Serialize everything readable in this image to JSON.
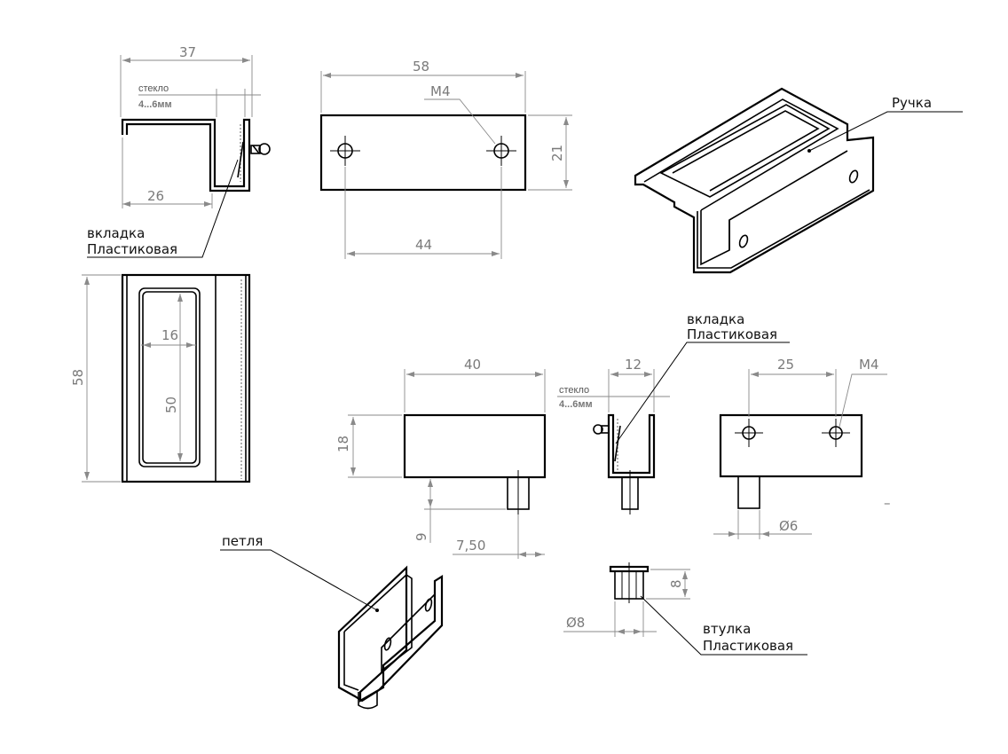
{
  "dimensions": {
    "d37": "37",
    "d26": "26",
    "d58_top": "58",
    "d44": "44",
    "d21": "21",
    "m4_top": "M4",
    "d58_left": "58",
    "d16": "16",
    "d50": "50",
    "d40": "40",
    "d18": "18",
    "d9": "9",
    "d7_50": "7,50",
    "d12": "12",
    "d25": "25",
    "m4_right": "M4",
    "phi6": "Ø6",
    "d8": "8",
    "phi8": "Ø8"
  },
  "notes": {
    "glass_top_1": "стекло",
    "glass_top_2": "4...6мм",
    "glass_mid_1": "стекло",
    "glass_mid_2": "4...6мм"
  },
  "labels": {
    "insert_top_1": "вкладка",
    "insert_top_2": "Пластиковая",
    "handle": "Ручка",
    "insert_mid_1": "вкладка",
    "insert_mid_2": "Пластиковая",
    "hinge": "петля",
    "bushing_1": "втулка",
    "bushing_2": "Пластиковая"
  },
  "stray_mark": "–"
}
